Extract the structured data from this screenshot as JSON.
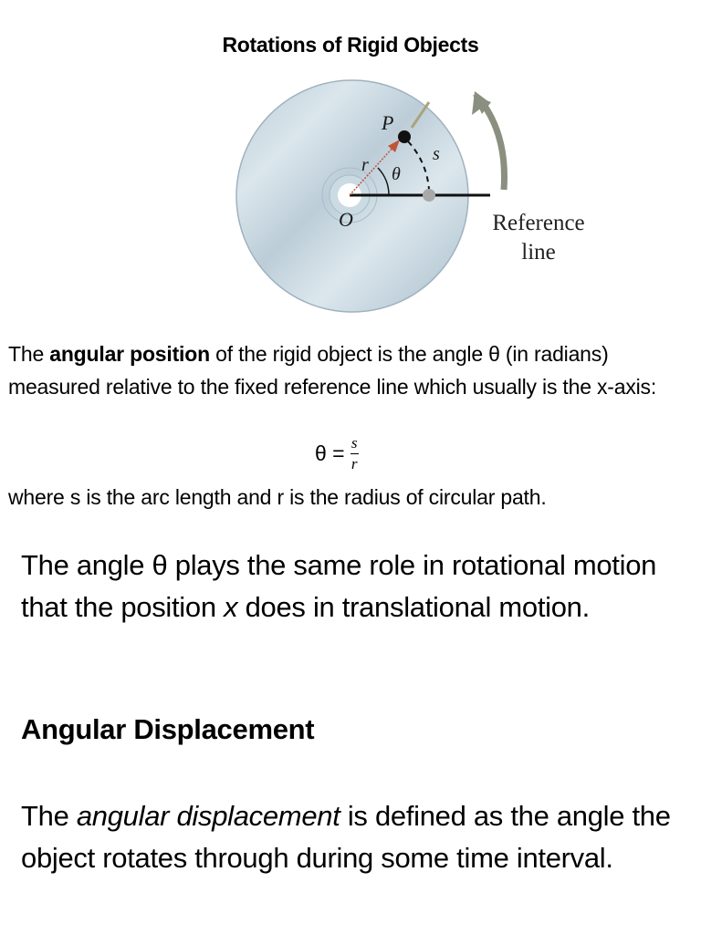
{
  "title": "Rotations of Rigid Objects",
  "figure": {
    "labels": {
      "point": "P",
      "radius": "r",
      "angle": "θ",
      "arc": "s",
      "origin": "O",
      "reference_line_1": "Reference",
      "reference_line_2": "line"
    },
    "colors": {
      "disc_fill": "#c9d9e3",
      "disc_edge": "#9fb2bf",
      "radius_arrow": "#c0553a",
      "rotation_arrow": "#8a8f80",
      "point": "#111111",
      "reference_point": "#a8a8a8"
    }
  },
  "intro": {
    "part1": "The ",
    "bold_term": "angular position",
    "part2": " of the rigid object is the angle θ (in radians) measured relative to the fixed reference line which usually is the x-axis:"
  },
  "formula": {
    "lhs": "θ =",
    "numerator": "s",
    "denominator": "r"
  },
  "where_text": "where s is the  arc length and r is the radius of circular path.",
  "role": {
    "part1": "The angle θ plays the same role in rotational motion that the position ",
    "italic": "x",
    "part2": " does in translational motion."
  },
  "section_heading": "Angular Displacement",
  "definition": {
    "part1": "The ",
    "italic": "angular displacement",
    "part2": " is defined as the angle the object rotates through during some time interval."
  }
}
